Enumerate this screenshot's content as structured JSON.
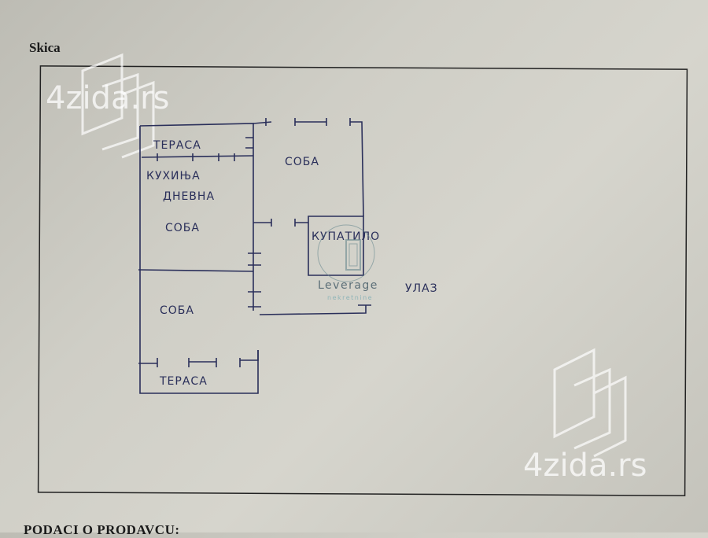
{
  "document": {
    "section_title": "Skica",
    "footer_heading": "PODACI O PRODAVCU:"
  },
  "sketch": {
    "rooms": {
      "terrace_top": "ТЕРАСА",
      "room_top_right": "СОБА",
      "kitchen_line1": "КУХИЊА",
      "kitchen_line2": "ДНЕВНА",
      "kitchen_line3": "СОБА",
      "bathroom": "КУПАТИЛО",
      "room_bottom": "СОБА",
      "terrace_bottom": "ТЕРАСА",
      "entrance": "УЛАЗ"
    },
    "ink_color": "#2a2f5a"
  },
  "watermarks": {
    "site": "4zida.rs",
    "agency": "Leverage",
    "agency_sub": "nekretnine"
  }
}
